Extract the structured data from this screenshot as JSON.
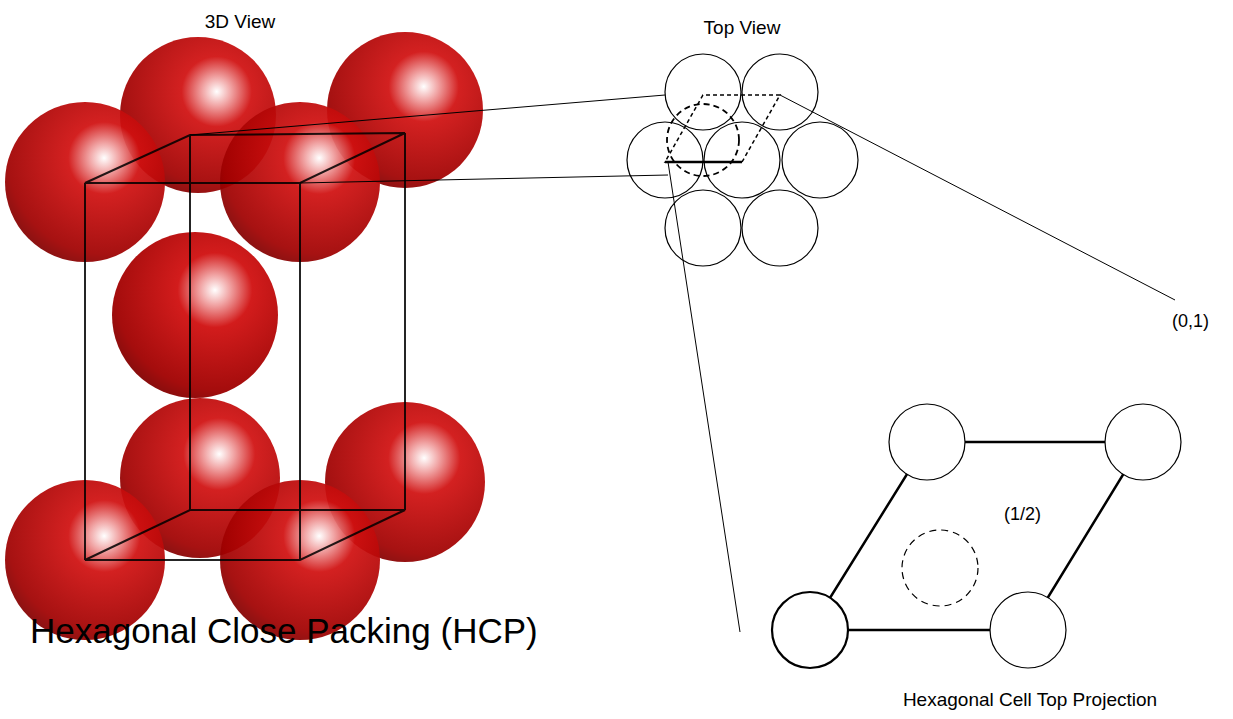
{
  "diagram": {
    "labels": [
      "3D View",
      "Top View",
      "Hexagonal Close Packing (HCP)",
      "(0,1)",
      "(1/2)",
      "Hexagonal Cell Top Projection"
    ]
  }
}
